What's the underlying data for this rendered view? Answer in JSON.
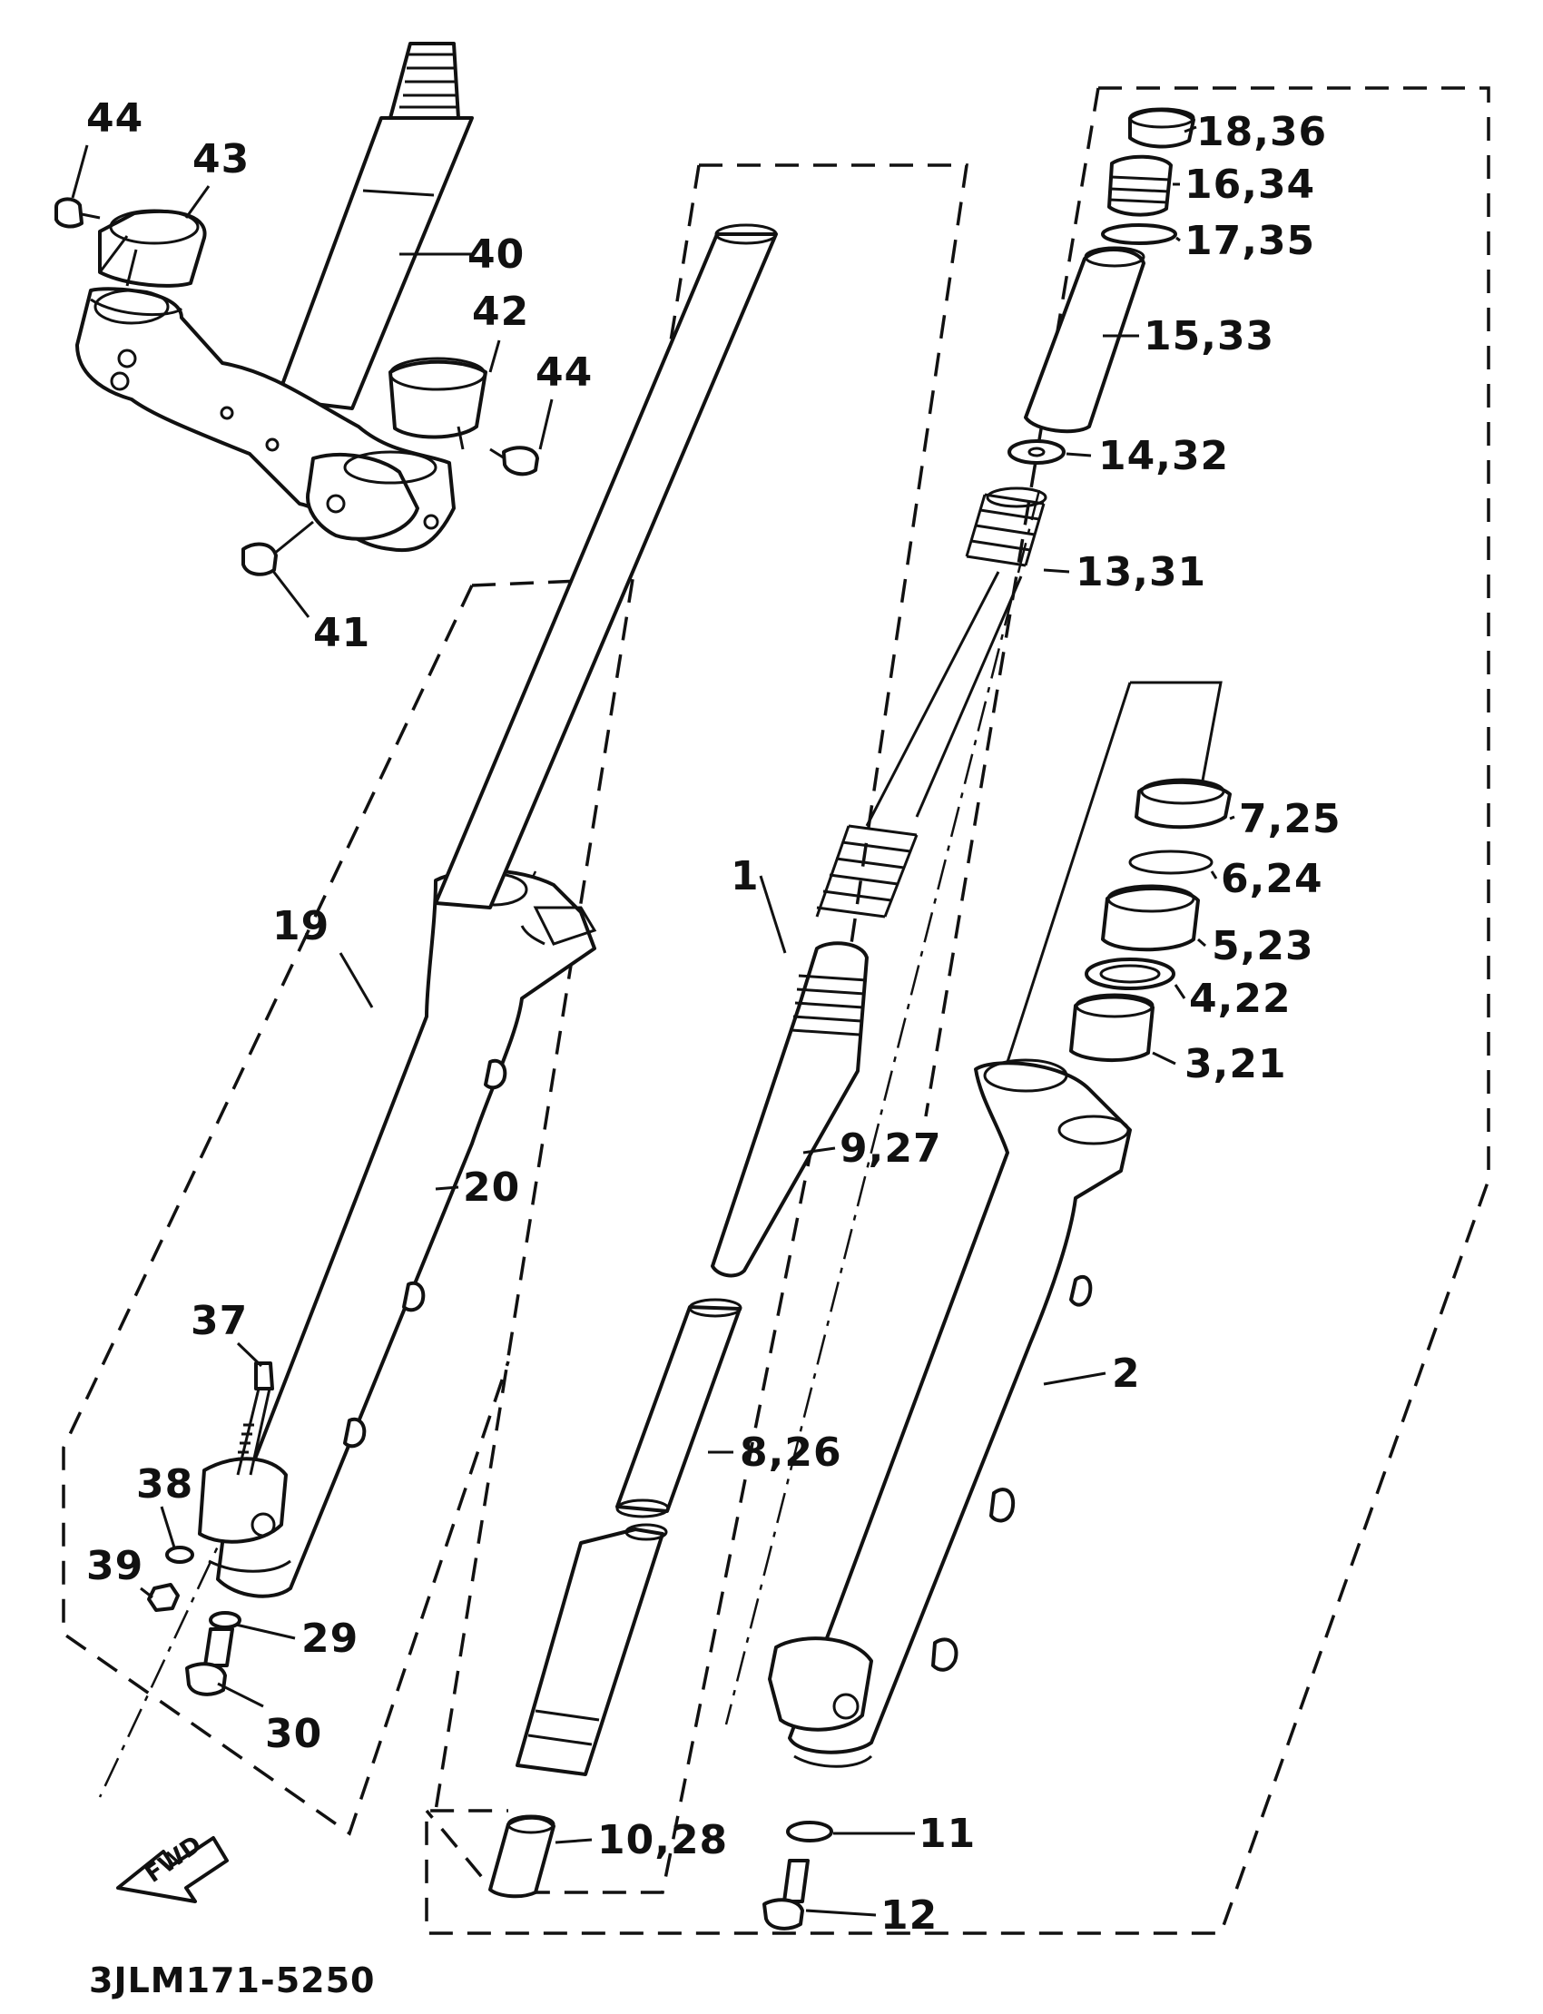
{
  "diagram": {
    "drawing_code": "3JLM171-5250",
    "direction_arrow": "FWD",
    "callouts": [
      {
        "id": "c44a",
        "text": "44"
      },
      {
        "id": "c43",
        "text": "43"
      },
      {
        "id": "c40",
        "text": "40"
      },
      {
        "id": "c42",
        "text": "42"
      },
      {
        "id": "c44b",
        "text": "44"
      },
      {
        "id": "c41",
        "text": "41"
      },
      {
        "id": "c19",
        "text": "19"
      },
      {
        "id": "c20",
        "text": "20"
      },
      {
        "id": "c37",
        "text": "37"
      },
      {
        "id": "c38",
        "text": "38"
      },
      {
        "id": "c39",
        "text": "39"
      },
      {
        "id": "c29",
        "text": "29"
      },
      {
        "id": "c30",
        "text": "30"
      },
      {
        "id": "c1",
        "text": "1"
      },
      {
        "id": "c9",
        "text": "9,27"
      },
      {
        "id": "c8",
        "text": "8,26"
      },
      {
        "id": "c10",
        "text": "10,28"
      },
      {
        "id": "c18",
        "text": "18,36"
      },
      {
        "id": "c16",
        "text": "16,34"
      },
      {
        "id": "c17",
        "text": "17,35"
      },
      {
        "id": "c15",
        "text": "15,33"
      },
      {
        "id": "c14",
        "text": "14,32"
      },
      {
        "id": "c13",
        "text": "13,31"
      },
      {
        "id": "c7",
        "text": "7,25"
      },
      {
        "id": "c6",
        "text": "6,24"
      },
      {
        "id": "c5",
        "text": "5,23"
      },
      {
        "id": "c4",
        "text": "4,22"
      },
      {
        "id": "c3",
        "text": "3,21"
      },
      {
        "id": "c2",
        "text": "2"
      },
      {
        "id": "c11",
        "text": "11"
      },
      {
        "id": "c12",
        "text": "12"
      }
    ]
  }
}
